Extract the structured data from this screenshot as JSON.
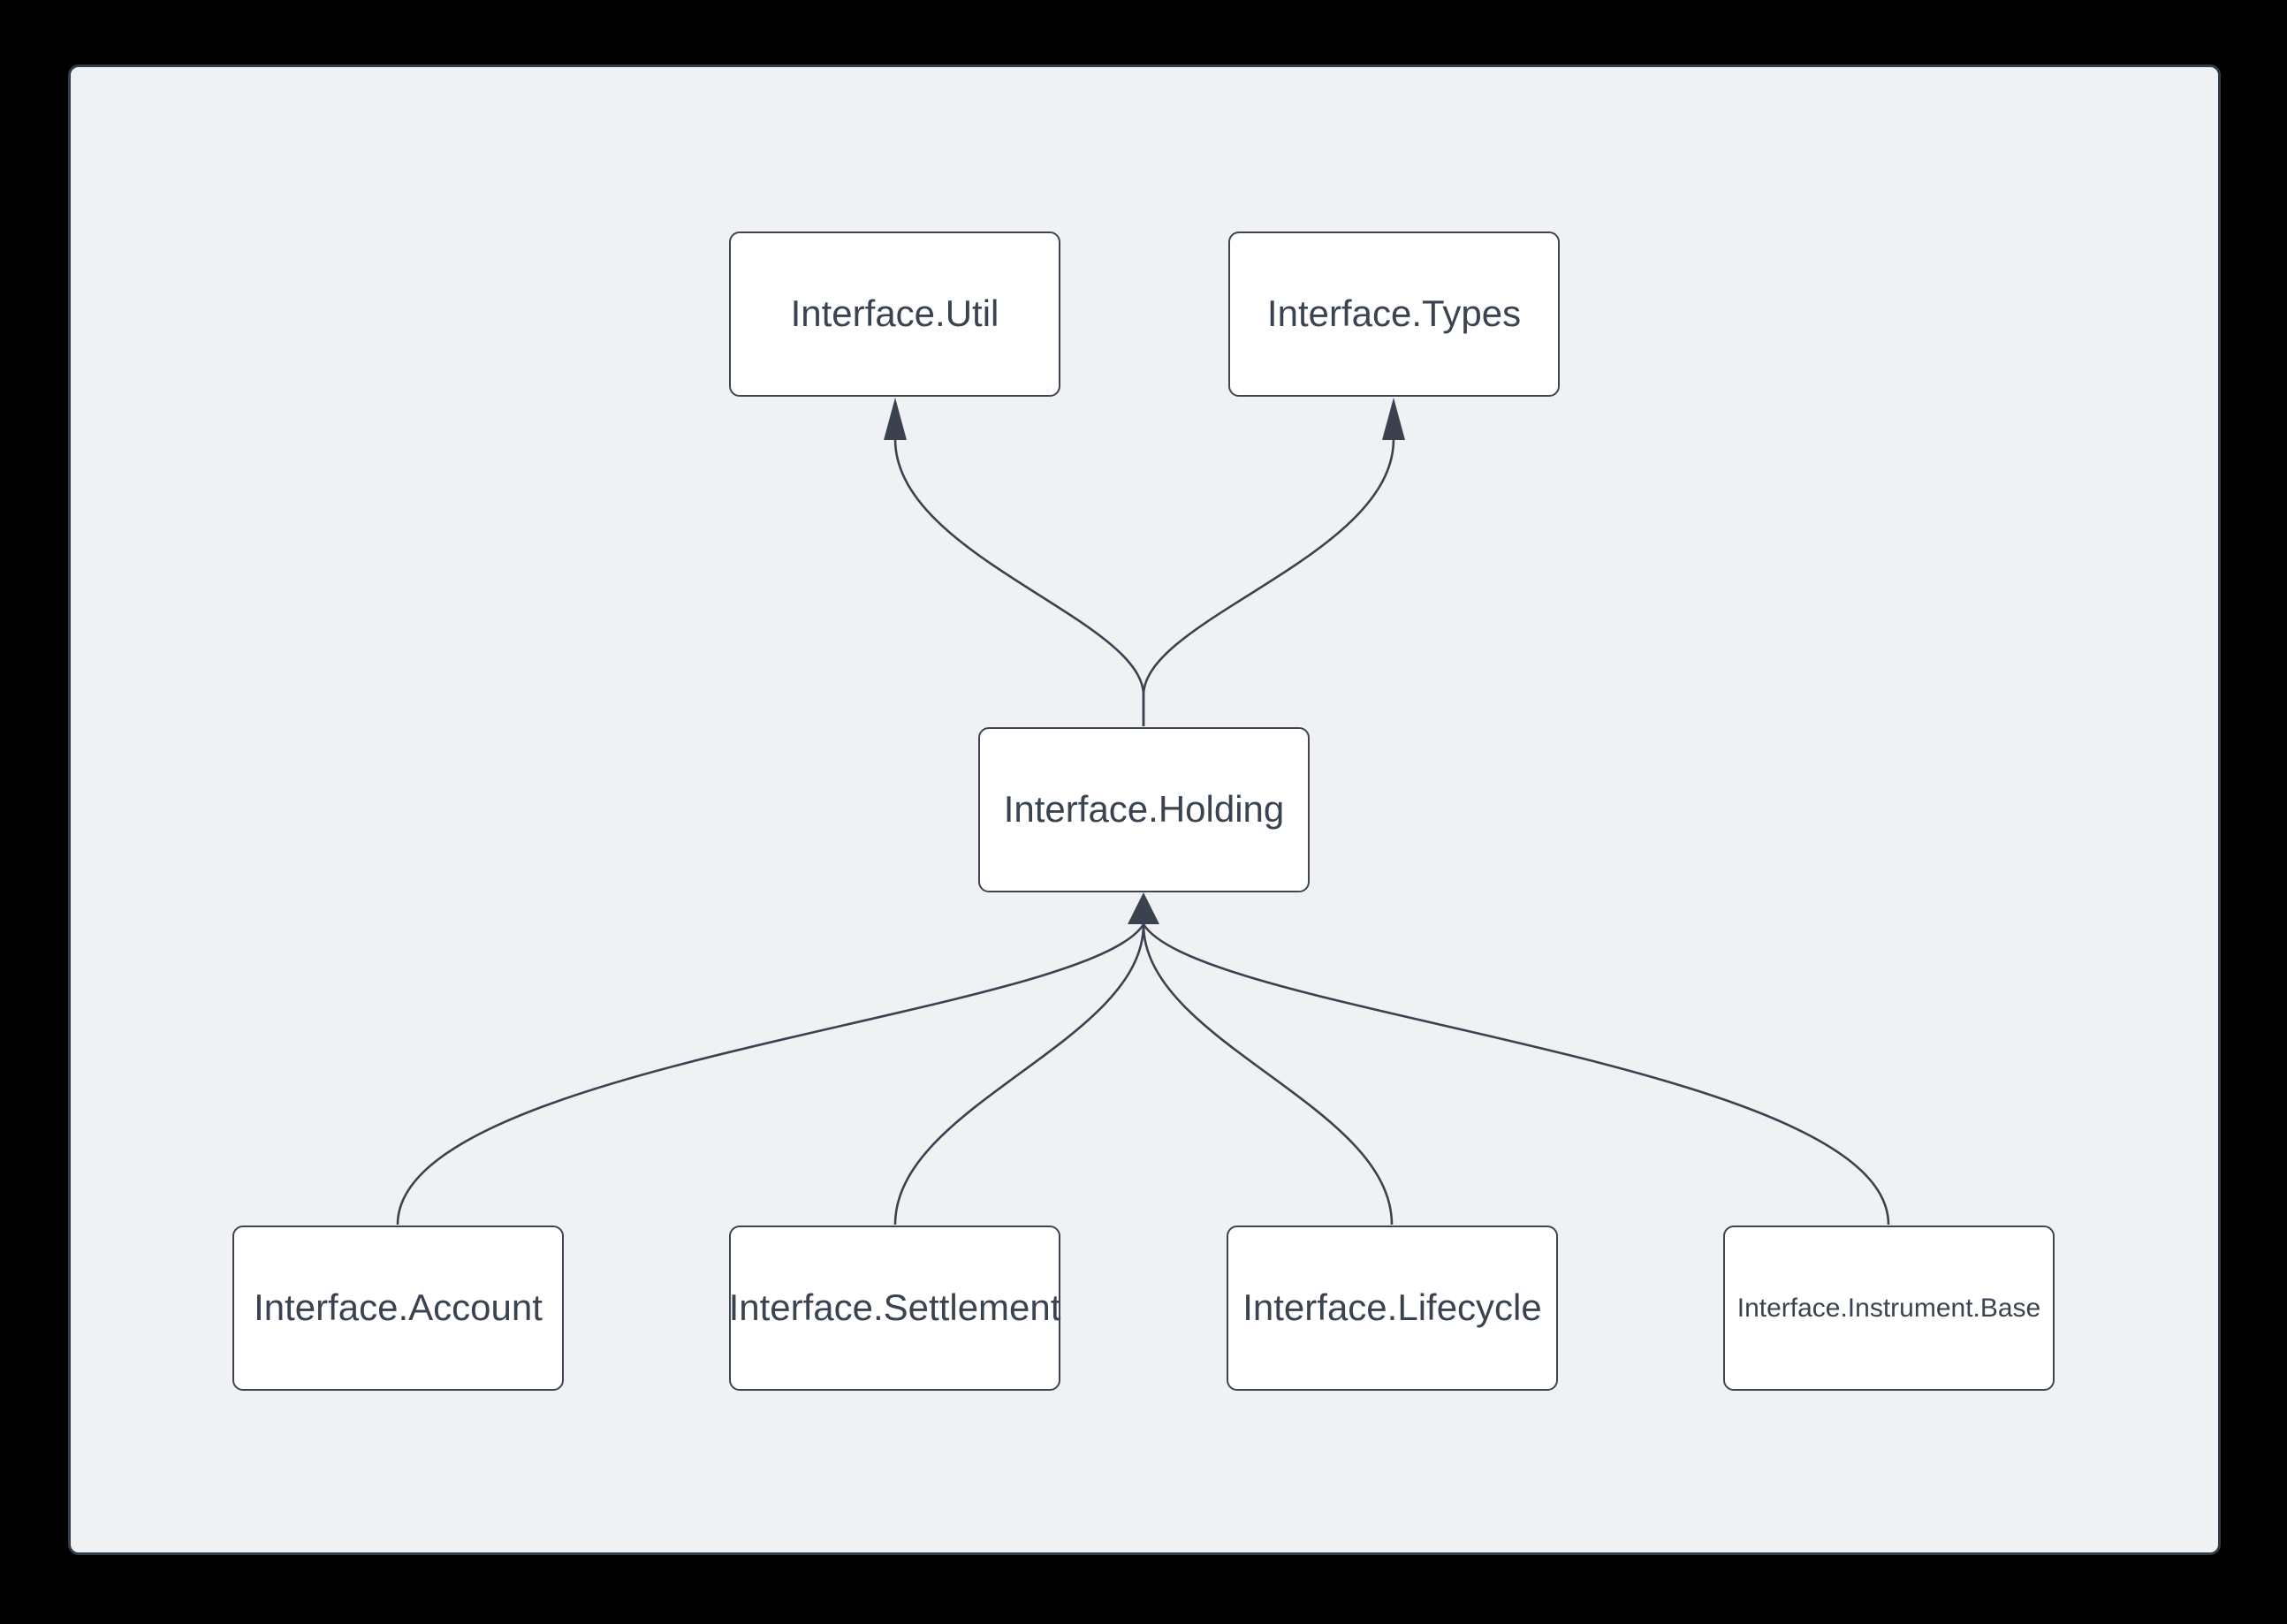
{
  "diagram": {
    "nodes": [
      {
        "id": "interface-util",
        "label": "Interface.Util"
      },
      {
        "id": "interface-types",
        "label": "Interface.Types"
      },
      {
        "id": "interface-holding",
        "label": "Interface.Holding"
      },
      {
        "id": "interface-account",
        "label": "Interface.Account"
      },
      {
        "id": "interface-settlement",
        "label": "Interface.Settlement"
      },
      {
        "id": "interface-lifecycle",
        "label": "Interface.Lifecycle"
      },
      {
        "id": "interface-instrument-base",
        "label": "Interface.Instrument.Base"
      }
    ],
    "edges": [
      {
        "from": "interface-holding",
        "to": "interface-util"
      },
      {
        "from": "interface-holding",
        "to": "interface-types"
      },
      {
        "from": "interface-account",
        "to": "interface-holding"
      },
      {
        "from": "interface-settlement",
        "to": "interface-holding"
      },
      {
        "from": "interface-lifecycle",
        "to": "interface-holding"
      },
      {
        "from": "interface-instrument-base",
        "to": "interface-holding"
      }
    ]
  },
  "colors": {
    "frame-bg": "#000000",
    "canvas-bg": "#f0f1f2",
    "canvas-border": "#313c49",
    "node-bg": "#ffffff",
    "node-border": "#3e4551",
    "node-text": "#3a4450",
    "edge-color": "#3a4250"
  }
}
